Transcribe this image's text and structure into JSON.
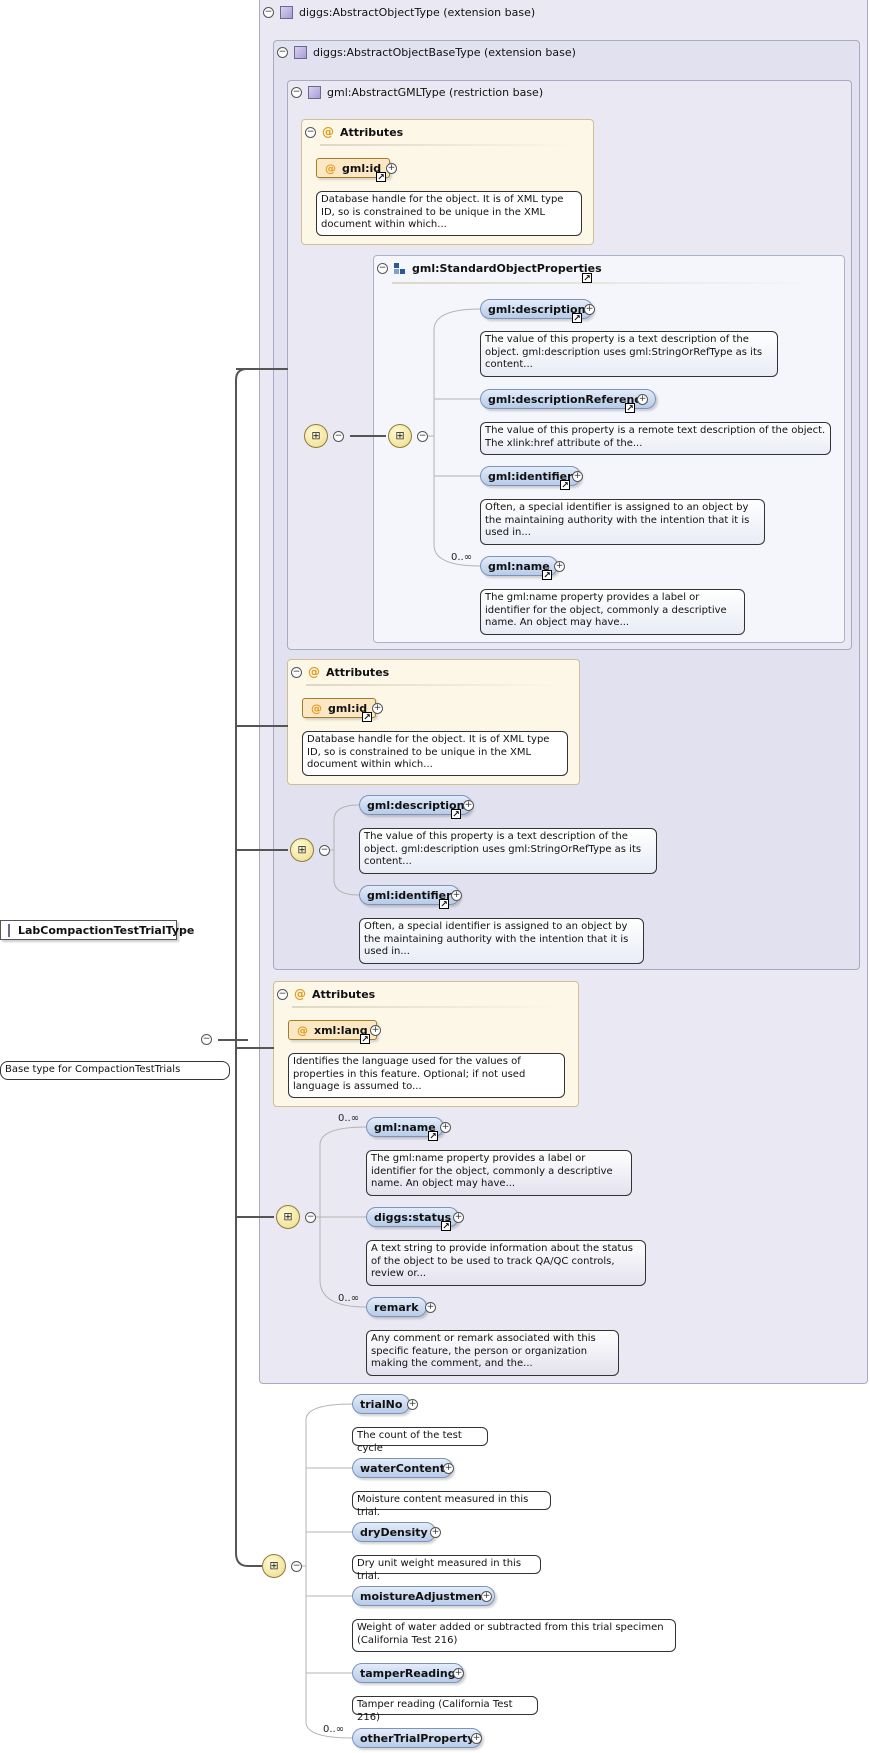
{
  "root": {
    "label": "LabCompactionTestTrialType",
    "description": "Base type for CompactionTestTrials"
  },
  "ext_outer": {
    "title": "diggs:AbstractObjectType (extension base)"
  },
  "ext_base": {
    "title": "diggs:AbstractObjectBaseType (extension base)"
  },
  "gml_abstract": {
    "title": "gml:AbstractGMLType (restriction base)"
  },
  "attributes_label": "Attributes",
  "gml_attr_a": {
    "name": "gml:id",
    "description": "Database handle for the object. It is of XML type ID, so is constrained to be unique in the XML document within which..."
  },
  "std_props": {
    "title": "gml:StandardObjectProperties"
  },
  "std_items": [
    {
      "name": "gml:description",
      "description": "The value of this property is a text description of the object. gml:description uses gml:StringOrRefType as its content..."
    },
    {
      "name": "gml:descriptionReference",
      "description": "The value of this property is a remote text description of the object. The xlink:href attribute of the..."
    },
    {
      "name": "gml:identifier",
      "description": "Often, a special identifier is assigned to an object by the maintaining authority with the intention that it is used in..."
    },
    {
      "name": "gml:name",
      "occurrence": "0..∞",
      "description": "The gml:name property provides a label or identifier for the object, commonly a descriptive name. An object may have..."
    }
  ],
  "base_attr": {
    "name": "gml:id",
    "description": "Database handle for the object. It is of XML type ID, so is constrained to be unique in the XML document within which..."
  },
  "base_items": [
    {
      "name": "gml:description",
      "description": "The value of this property is a text description of the object. gml:description uses gml:StringOrRefType as its content..."
    },
    {
      "name": "gml:identifier",
      "description": "Often, a special identifier is assigned to an object by the maintaining authority with the intention that it is used in..."
    }
  ],
  "outer_attr": {
    "name": "xml:lang",
    "description": "Identifies the language used for the values of properties in this feature. Optional; if not used language is assumed to..."
  },
  "outer_items": [
    {
      "name": "gml:name",
      "occurrence": "0..∞",
      "description": "The gml:name property provides a label or identifier for the object, commonly a descriptive name. An object may have..."
    },
    {
      "name": "diggs:status",
      "description": "A text string to provide information about the status of the object to be used to track QA/QC controls, review or..."
    },
    {
      "name": "remark",
      "occurrence": "0..∞",
      "description": "Any comment or remark associated with this specific feature, the person or organization making the comment, and the..."
    }
  ],
  "trial_items": [
    {
      "name": "trialNo",
      "description": "The count of the test cycle"
    },
    {
      "name": "waterContent",
      "description": "Moisture content measured in this trial."
    },
    {
      "name": "dryDensity",
      "description": "Dry unit weight measured in this trial."
    },
    {
      "name": "moistureAdjustment",
      "description": "Weight of water added or subtracted from this trial specimen (California Test 216)"
    },
    {
      "name": "tamperReading",
      "description": "Tamper reading (California Test 216)"
    },
    {
      "name": "otherTrialProperty",
      "occurrence": "0..∞"
    }
  ]
}
